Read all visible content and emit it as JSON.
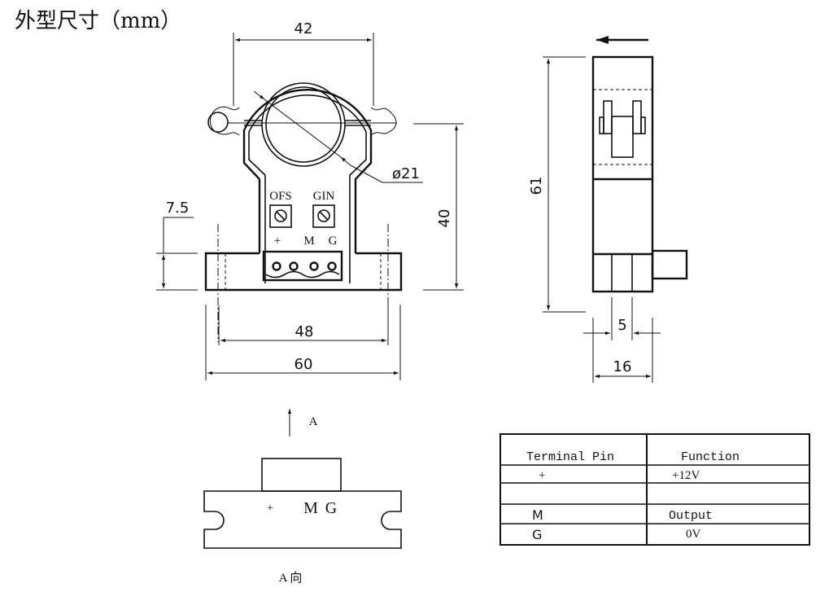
{
  "title": "外型尺寸（mm）",
  "front_view": {
    "dim_width_top": "42",
    "dim_hole_diameter": "ø21",
    "dim_height": "40",
    "dim_base_thickness": "7.5",
    "dim_mount_pitch": "48",
    "dim_overall_width": "60",
    "label_offset_pot": "OFS",
    "label_gain_pot": "GIN",
    "pin_labels": [
      "+",
      "M",
      "G"
    ]
  },
  "side_view": {
    "dim_height": "61",
    "dim_connector_width": "5",
    "dim_depth": "16",
    "direction_arrow": "left-arrow"
  },
  "view_a": {
    "arrow_label": "A",
    "caption": "A 向",
    "pin_labels": [
      "+",
      "M",
      "G"
    ]
  },
  "pin_table": {
    "headers": [
      "Terminal Pin",
      "Function"
    ],
    "rows": [
      [
        "+",
        "+12V"
      ],
      [
        "",
        ""
      ],
      [
        "M",
        "Output"
      ],
      [
        "G",
        "0V"
      ]
    ]
  }
}
